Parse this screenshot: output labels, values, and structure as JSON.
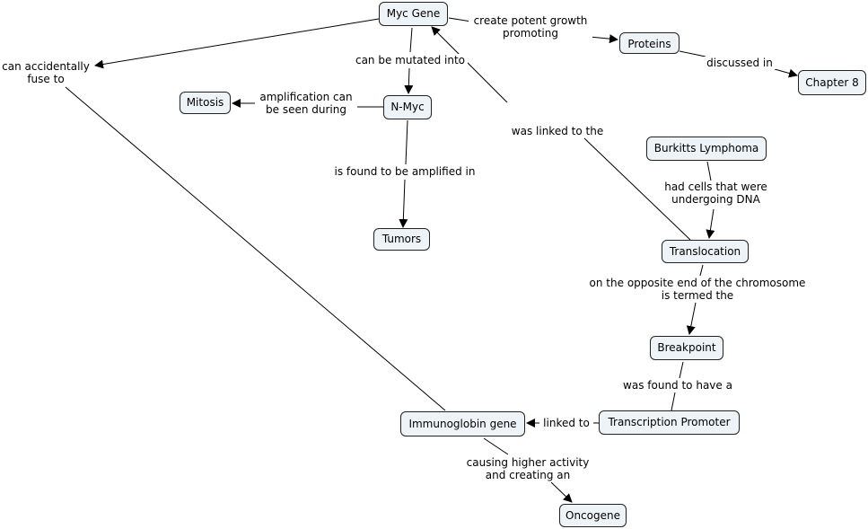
{
  "nodes": {
    "myc": "Myc Gene",
    "proteins": "Proteins",
    "chapter": "Chapter 8",
    "nmyc": "N-Myc",
    "mitosis": "Mitosis",
    "tumors": "Tumors",
    "burkitts": "Burkitts Lymphoma",
    "translocation": "Translocation",
    "breakpoint": "Breakpoint",
    "promoter": "Transcription Promoter",
    "immuno": "Immunoglobin gene",
    "oncogene": "Oncogene"
  },
  "links": {
    "growth_1": "create potent growth",
    "growth_2": "promoting",
    "discussed": "discussed in",
    "mutated": "can be mutated into",
    "fuse_1": "can accidentally",
    "fuse_2": "fuse to",
    "amp_1": "amplification can",
    "amp_2": "be seen during",
    "found": "is found to be amplified in",
    "linked_the": "was linked to the",
    "cells_1": "had cells that were",
    "cells_2": "undergoing DNA",
    "opposite_1": "on the opposite end of the chromosome",
    "opposite_2": "is termed the",
    "have": "was found to have a",
    "linkedto": "linked to",
    "causing_1": "causing higher activity",
    "causing_2": "and creating an"
  }
}
